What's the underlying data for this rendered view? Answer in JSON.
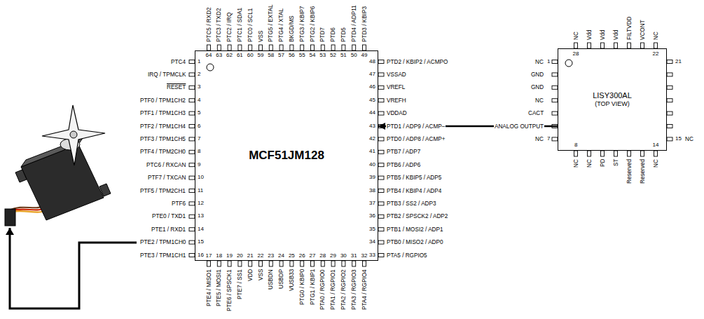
{
  "diagram": {
    "nodes": [
      {
        "text": [
          "MCF51JM128"
        ]
      },
      {
        "text": [
          "LISY300AL",
          "(TOP VIEW)"
        ]
      }
    ],
    "edges": [
      {
        "from": 1,
        "to": 0,
        "arrow": "to",
        "label": "ANALOG OUTPUT"
      }
    ],
    "labels": [
      "PTC4",
      "1",
      "IRQ / TPMCLK",
      "2",
      "RESET",
      "3",
      "PTF0 / TPM1CH2",
      "4",
      "PTF1 / TPM1CH3",
      "5",
      "PTF2 / TPM1CH4",
      "6",
      "PTF3 / TPM1CH5",
      "7",
      "PTF4 / TPM2CH0",
      "8",
      "PTC6 / RXCAN",
      "9",
      "PTF7 / TXCAN",
      "10",
      "PTF5 / TPM2CH1",
      "11",
      "PTF6",
      "12",
      "PTE0 / TXD1",
      "13",
      "PTE1 / RXD1",
      "14",
      "PTE2 / TPM1CH0",
      "15",
      "PTE3 / TPM1CH1",
      "16",
      "PTE4 / MISO1",
      "17",
      "PTE5 / MOSI1",
      "18",
      "PTE6 / SPSCK1",
      "19",
      "PTE7 / SS1",
      "20",
      "VDD",
      "21",
      "VSS",
      "22",
      "USBDN",
      "23",
      "USBDP",
      "24",
      "VUSB33",
      "25",
      "PTG0 / KBIP0",
      "26",
      "PTG1 / KBIP1",
      "27",
      "PTA0 / RGPIO0",
      "28",
      "PTA1 / RGPIO1",
      "29",
      "PTA2 / RGPIO2",
      "30",
      "PTA3 / RGPIO3",
      "31",
      "PTA4 / RGPIO4",
      "32",
      "PTA5 / RGPIO5",
      "33",
      "PTB0 / MISO2 / ADP0",
      "34",
      "PTB1 / MOSI2 / ADP1",
      "35",
      "PTB2 / SPSCK2 / ADP2",
      "36",
      "PTB3 / SS2 / ADP3",
      "37",
      "PTB4 / KBIP4 / ADP4",
      "38",
      "PTB5 / KBIP5 / ADP5",
      "39",
      "PTB6 / ADP6",
      "40",
      "PTB7 / ADP7",
      "41",
      "PTD0 / ADP8 / ACMP+",
      "42",
      "PTD1 / ADP9 / ACMP–",
      "43",
      "VDDAD",
      "44",
      "VREFH",
      "45",
      "VREFL",
      "46",
      "VSSAD",
      "47",
      "PTD2 / KBIP2 / ACMPO",
      "48",
      "PTD3 / KBIP3",
      "49",
      "PTD4 / ADP11",
      "50",
      "PTD5",
      "51",
      "PTD6",
      "52",
      "PTD7",
      "53",
      "PTG2 / KBIP6",
      "54",
      "PTG3 / KBIP7",
      "55",
      "BKGD/MS",
      "56",
      "PTG4 / XTAL",
      "57",
      "PTG5 / EXTAL",
      "58",
      "VSS",
      "59",
      "PTC0 / SCL1",
      "60",
      "PTC1 / SDA1",
      "61",
      "PTC2 / IRQ",
      "62",
      "PTC3 / TXD2",
      "63",
      "PTC5 / RXD2",
      "64",
      "NC",
      "Vdd",
      "Vdd",
      "Vdd",
      "FILTVDD",
      "VCONT",
      "NC",
      "28",
      "22",
      "NC",
      "GND",
      "GND",
      "NC",
      "CACT",
      "NC",
      "1",
      "7",
      "NC",
      "NC",
      "PD",
      "ST",
      "Reserved",
      "Reserved",
      "NC",
      "8",
      "14",
      "21",
      "15",
      "NC"
    ]
  }
}
